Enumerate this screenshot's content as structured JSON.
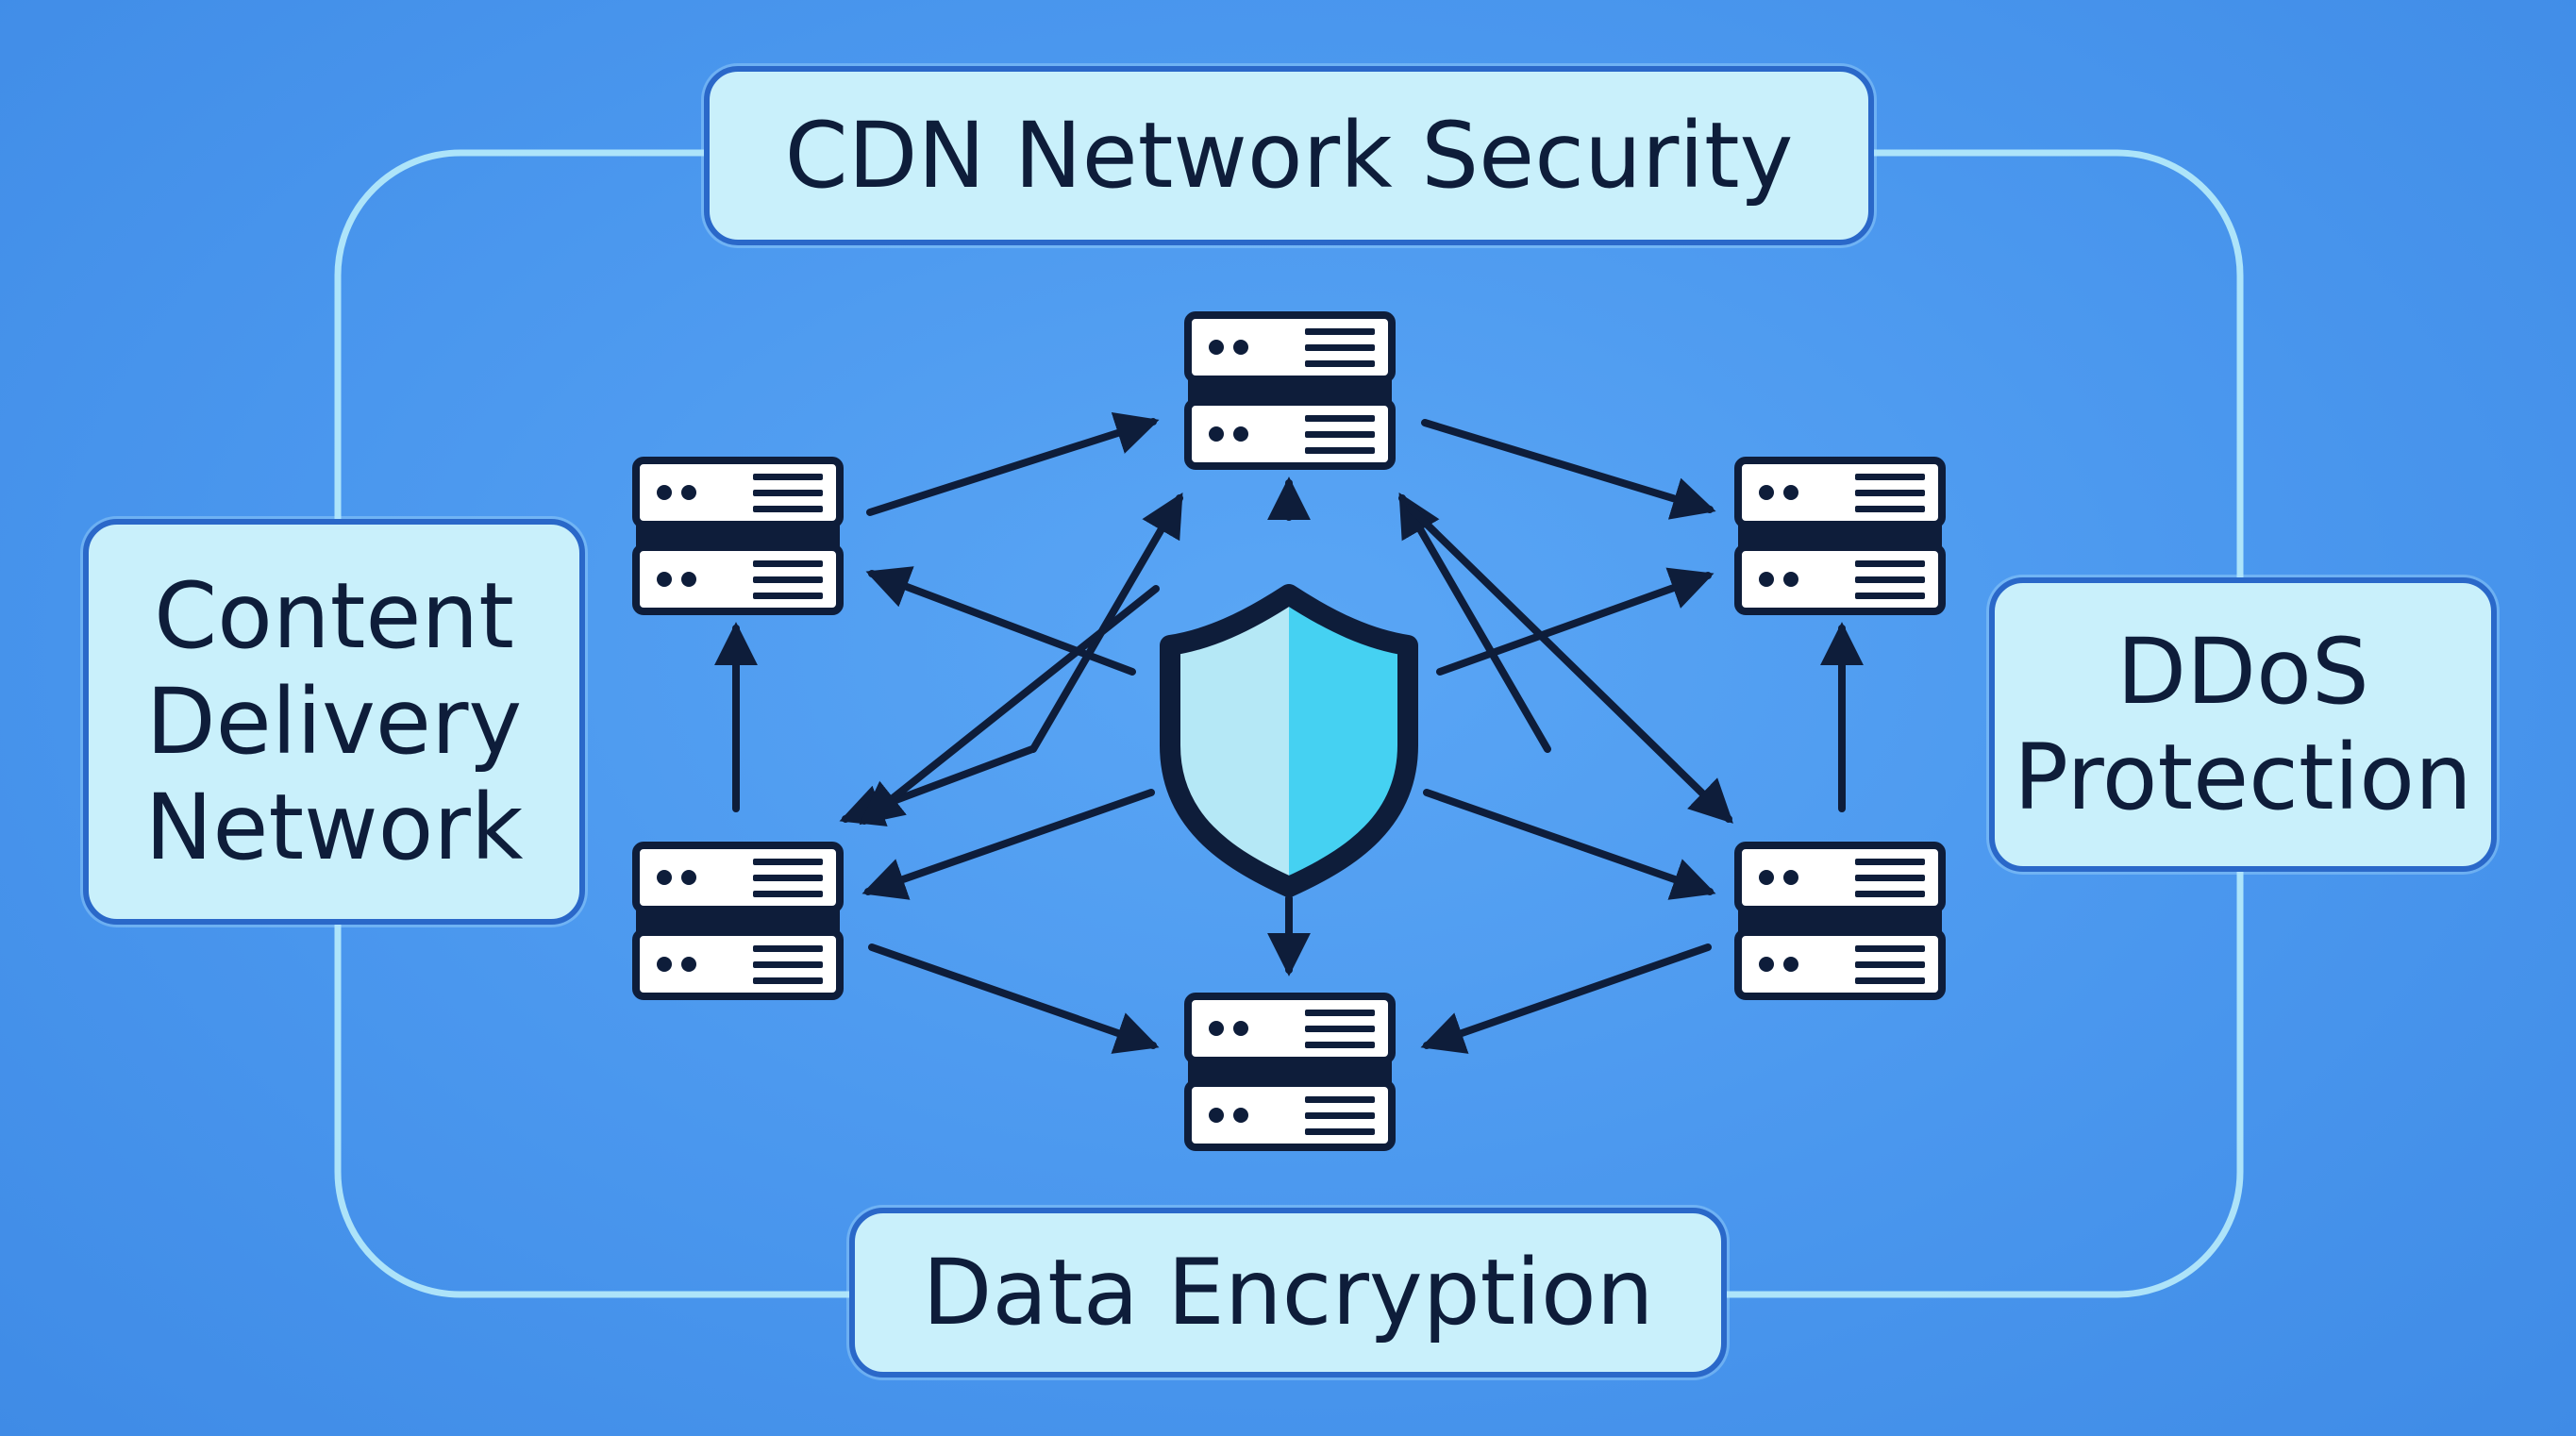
{
  "title": "CDN Network Security",
  "left_label": "Content\nDelivery\nNetwork",
  "right_label": "DDoS\nProtection",
  "bottom_label": "Data Encryption",
  "icons": {
    "center": "shield-icon",
    "node": "server-icon"
  },
  "colors": {
    "background": "#4a97ee",
    "box_fill": "#c9f0fb",
    "box_border": "#2a68c9",
    "frame_line": "#b8ecfb",
    "ink": "#0e1d3a",
    "shield_left": "#b5e8f6",
    "shield_right": "#45d1f2"
  }
}
